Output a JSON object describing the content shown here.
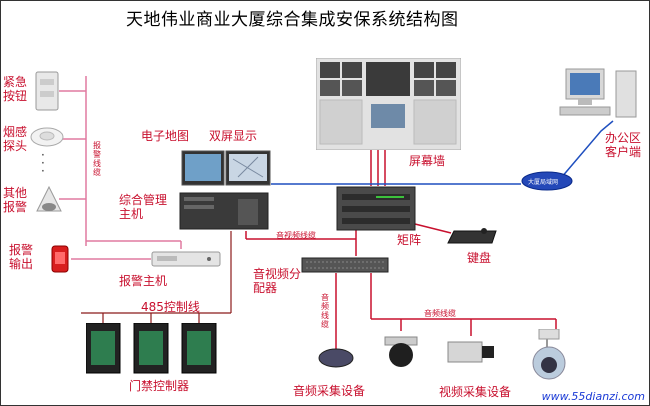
{
  "title": "天地伟业商业大厦综合集成安保系统结构图",
  "watermark": "www.55dianzi.com",
  "labels": {
    "emergency_button": "紧急按钮",
    "smoke_detector": "烟感探头",
    "dots": "·  ·  ·",
    "other_alarm": "其他报警",
    "alarm_output": "报警输出",
    "alarm_host": "报警主机",
    "alarm_bus": "报警线缆",
    "e_map": "电子地图",
    "dual_screen": "双屏显示",
    "mgmt_host": "综合管理主机",
    "screen_wall": "屏幕墙",
    "office_client": "办公区客户端",
    "lan": "大厦局域网",
    "matrix": "矩阵",
    "keyboard": "键盘",
    "av_cable": "音视频线缆",
    "av_distributor": "音视频分配器",
    "ctrl_485": "485控制线",
    "access_controller": "门禁控制器",
    "audio_cable": "音频线缆",
    "video_cable": "音频线缆",
    "audio_capture": "音频采集设备",
    "video_capture": "视频采集设备"
  },
  "colors": {
    "accent_red": "#c8102e",
    "wire_pink": "#e07aa0",
    "wire_blue": "#1f4fbf",
    "wire_dark_red": "#8b1a1a"
  }
}
